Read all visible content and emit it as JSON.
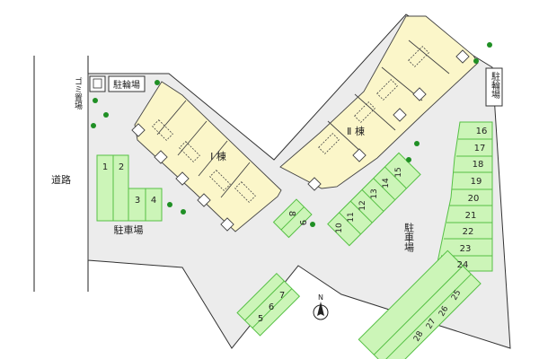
{
  "labels": {
    "road": "道路",
    "garbage": "ゴミ置場",
    "bike_left": "駐輪場",
    "bike_right": "駐輪場",
    "parking_left": "駐車場",
    "parking_right": "駐車場",
    "building_1": "Ⅰ 棟",
    "building_2": "Ⅱ 棟",
    "north": "N"
  },
  "spaces": {
    "s1": "1",
    "s2": "2",
    "s3": "3",
    "s4": "4",
    "s5": "5",
    "s6": "6",
    "s7": "7",
    "s8": "8",
    "s9": "9",
    "s10": "10",
    "s11": "11",
    "s12": "12",
    "s13": "13",
    "s14": "14",
    "s15": "15",
    "s16": "16",
    "s17": "17",
    "s18": "18",
    "s19": "19",
    "s20": "20",
    "s21": "21",
    "s22": "22",
    "s23": "23",
    "s24": "24",
    "s25": "25",
    "s26": "26",
    "s27": "27",
    "s28": "28"
  },
  "colors": {
    "lot_fill": "#ccf5b8",
    "lot_stroke": "#56c045",
    "building_fill": "#fbf6c9",
    "site_fill": "#ececec",
    "tree": "#1f8f24"
  }
}
